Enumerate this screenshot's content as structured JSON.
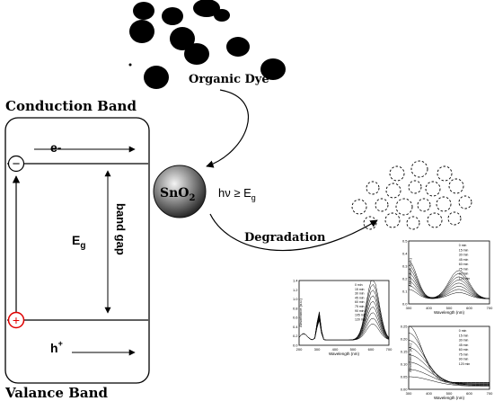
{
  "labels": {
    "organic_dye": "Organic Dye",
    "conduction_band": "Conduction Band",
    "valance_band": "Valance Band",
    "electron": "e-",
    "hole": "h",
    "hole_sup": "+",
    "band_gap_symbol": "E",
    "band_gap_sub": "g",
    "band_gap_text": "band gap",
    "catalyst_main": "SnO",
    "catalyst_sub": "2",
    "photon_condition": "hν ≥ E",
    "photon_sub": "g",
    "degradation": "Degradation",
    "minus_sign": "−",
    "plus_sign": "+"
  },
  "insets": {
    "left": {
      "ylabel": "Absorbance (a.u.)",
      "xlabel": "Wavelength (nm)",
      "x_ticks": [
        "200",
        "300",
        "400",
        "500",
        "600",
        "700"
      ],
      "y_ticks": [
        "1.4",
        "1.2",
        "1.0",
        "0.8",
        "0.6",
        "0.4",
        "0.2",
        "0.0"
      ],
      "legend": [
        "0 min",
        "15 min",
        "30 min",
        "45 min",
        "60 min",
        "75 min",
        "90 min",
        "105 min",
        "120 min"
      ]
    },
    "top_right": {
      "ylabel": "Absorbance (a.u.)",
      "xlabel": "Wavelength (nm)",
      "x_ticks": [
        "300",
        "400",
        "500",
        "600",
        "700"
      ],
      "y_ticks": [
        "0.5",
        "0.4",
        "0.3",
        "0.2",
        "0.1",
        "0.0"
      ],
      "legend": [
        "0 min",
        "15 min",
        "30 min",
        "45 min",
        "60 min",
        "75 min",
        "90 min",
        "120 min"
      ]
    },
    "bottom_right": {
      "ylabel": "Absorbance (a.u.)",
      "xlabel": "Wavelength (nm)",
      "x_ticks": [
        "300",
        "400",
        "500",
        "600",
        "700"
      ],
      "y_ticks": [
        "0.25",
        "0.20",
        "0.15",
        "0.10",
        "0.05",
        "0.00"
      ],
      "legend": [
        "0 min",
        "15 min",
        "30 min",
        "45 min",
        "60 min",
        "75 min",
        "90 min",
        "120 min"
      ]
    }
  }
}
